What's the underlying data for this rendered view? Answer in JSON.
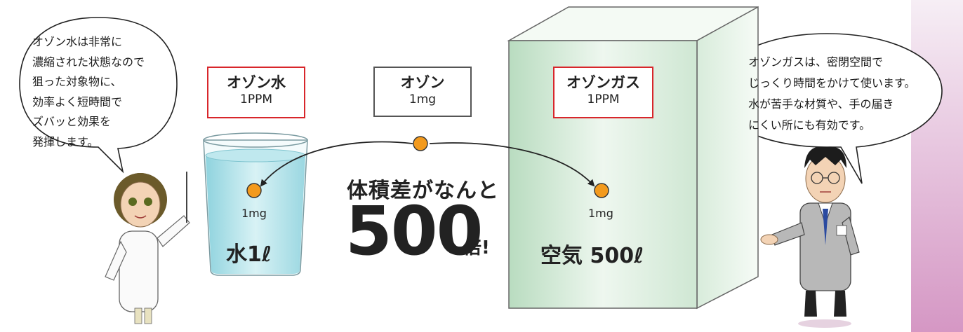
{
  "bubble_left": {
    "lines": [
      "オゾン水は非常に",
      "濃縮された状態なので",
      "狙った対象物に、",
      "効率よく短時間で",
      "ズバッと効果を",
      "発揮します。"
    ]
  },
  "bubble_right": {
    "lines": [
      "オゾンガスは、密閉空間で",
      "じっくり時間をかけて使います。",
      "水が苦手な材質や、手の届き",
      "にくい所にも有効です。"
    ]
  },
  "box_water": {
    "title": "オゾン水",
    "sub": "1PPM"
  },
  "box_center": {
    "title": "オゾン",
    "sub": "1mg"
  },
  "box_gas": {
    "title": "オゾンガス",
    "sub": "1PPM"
  },
  "amount_water": "1mg",
  "amount_gas": "1mg",
  "volume_water": "水1ℓ",
  "volume_air": "空気 500ℓ",
  "headline": {
    "lead": "体積差がなんと",
    "number": "500",
    "suffix": "倍!"
  },
  "colors": {
    "label_border": "#d8262b",
    "ozone_dot": "#f39a1d",
    "water": "#a8dde6",
    "box_front": "#d6ecd9"
  }
}
